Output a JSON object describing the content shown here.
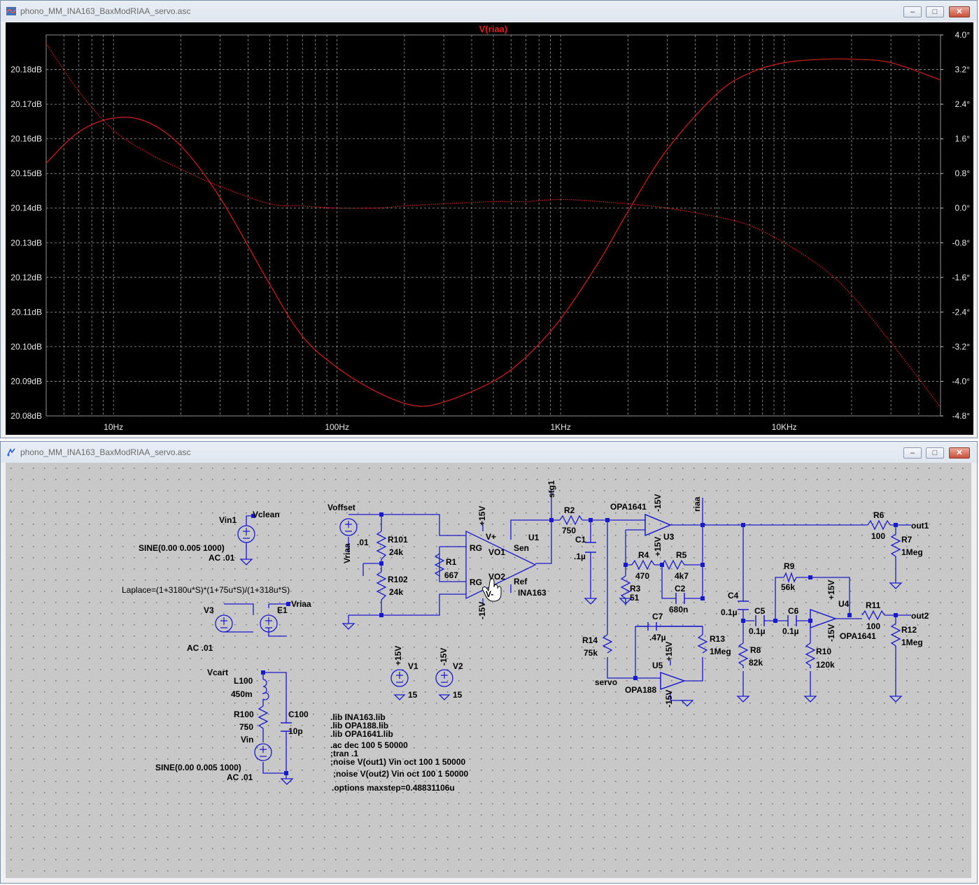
{
  "plot_window": {
    "title": "phono_MM_INA163_BaxModRIAA_servo.asc",
    "buttons": [
      "–",
      "□",
      "✕"
    ]
  },
  "schematic_window": {
    "title": "phono_MM_INA163_BaxModRIAA_servo.asc",
    "buttons": [
      "–",
      "□",
      "✕"
    ]
  },
  "chart_data": {
    "type": "line",
    "title": "V(riaa)",
    "xscale": "log",
    "xlim": [
      5,
      50000
    ],
    "ylim": [
      20.08,
      20.19
    ],
    "y2lim": [
      -4.8,
      4.0
    ],
    "grid": true,
    "x_ticks": [
      "10Hz",
      "100Hz",
      "1KHz",
      "10KHz"
    ],
    "x_tick_values": [
      10,
      100,
      1000,
      10000
    ],
    "y_ticks": [
      "20.18dB",
      "20.17dB",
      "20.16dB",
      "20.15dB",
      "20.14dB",
      "20.13dB",
      "20.12dB",
      "20.11dB",
      "20.10dB",
      "20.09dB",
      "20.08dB"
    ],
    "y_tick_values": [
      20.18,
      20.17,
      20.16,
      20.15,
      20.14,
      20.13,
      20.12,
      20.11,
      20.1,
      20.09,
      20.08
    ],
    "y2_ticks": [
      "4.0°",
      "3.2°",
      "2.4°",
      "1.6°",
      "0.8°",
      "0.0°",
      "-0.8°",
      "-1.6°",
      "-2.4°",
      "-3.2°",
      "-4.0°",
      "-4.8°"
    ],
    "y2_tick_values": [
      4.0,
      3.2,
      2.4,
      1.6,
      0.8,
      0.0,
      -0.8,
      -1.6,
      -2.4,
      -3.2,
      -4.0,
      -4.8
    ],
    "series": [
      {
        "name": "magnitude",
        "axis": "left",
        "style": "solid",
        "color": "#d42020",
        "x": [
          5,
          7,
          10,
          14,
          20,
          30,
          50,
          70,
          100,
          150,
          220,
          300,
          500,
          700,
          1000,
          1500,
          2000,
          3000,
          5000,
          7000,
          10000,
          15000,
          20000,
          30000,
          50000
        ],
        "y": [
          20.153,
          20.162,
          20.166,
          20.165,
          20.158,
          20.143,
          20.118,
          20.103,
          20.094,
          20.087,
          20.083,
          20.084,
          20.09,
          20.097,
          20.108,
          20.125,
          20.139,
          20.157,
          20.173,
          20.179,
          20.182,
          20.183,
          20.183,
          20.182,
          20.177
        ]
      },
      {
        "name": "phase",
        "axis": "right",
        "style": "dotted",
        "color": "#d42020",
        "x": [
          5,
          7,
          10,
          14,
          20,
          30,
          50,
          70,
          100,
          150,
          200,
          300,
          500,
          700,
          1000,
          1500,
          2000,
          3000,
          5000,
          7000,
          10000,
          15000,
          20000,
          30000,
          50000
        ],
        "y": [
          3.8,
          2.7,
          1.8,
          1.3,
          0.9,
          0.5,
          0.1,
          0.05,
          0.0,
          0.0,
          0.05,
          0.1,
          0.15,
          0.15,
          0.2,
          0.15,
          0.1,
          0.0,
          -0.2,
          -0.4,
          -0.8,
          -1.4,
          -2.0,
          -3.1,
          -4.6
        ]
      }
    ]
  },
  "schematic": {
    "labels": {
      "vin1": "Vin1",
      "vclean": "Vclean",
      "vin1_sine": "SINE(0.00 0.005 1000)",
      "vin1_ac": "AC .01",
      "laplace": "Laplace=(1+3180u*S)*(1+75u*S)/(1+318u*S)",
      "v3": "V3",
      "e1": "E1",
      "vriaa_net": "Vriaa",
      "v3_ac": "AC .01",
      "vcart": "Vcart",
      "l100": "L100",
      "l100_val": "450m",
      "r100": "R100",
      "r100_val": "750",
      "vin": "Vin",
      "c100": "C100",
      "c100_val": "10p",
      "vin_sine": "SINE(0.00 0.005 1000)",
      "vin_ac": "AC .01",
      "voffset": "Voffset",
      "voffset_val": ".01",
      "vriaa_src": "Vriaa",
      "r101": "R101",
      "r101_val": "24k",
      "r102": "R102",
      "r102_val": "24k",
      "r1": "R1",
      "r1_val": "667",
      "rg1": "RG",
      "rg2": "RG",
      "vplus": "V+",
      "vminus": "V-",
      "vo1": "VO1",
      "vo2": "VO2",
      "sen": "Sen",
      "ref": "Ref",
      "u1": "U1",
      "ina163": "INA163",
      "p15_u1": "+15V",
      "m15_u1": "-15V",
      "v1": "V1",
      "v1_val": "15",
      "v1_rail": "+15V",
      "v2": "V2",
      "v2_val": "15",
      "v2_rail": "-15V",
      "stg1": "stg1",
      "r2": "R2",
      "r2_val": "750",
      "c1": "C1",
      "c1_val": ".1µ",
      "opa1641_u3": "OPA1641",
      "u3": "U3",
      "m15_u3": "-15V",
      "p15_u3": "+15V",
      "riaa": "riaa",
      "r4": "R4",
      "r4_val": "470",
      "r5": "R5",
      "r5_val": "4k7",
      "r3": "R3",
      "r3_val": "51",
      "c2": "C2",
      "c2_val": "680n",
      "r14": "R14",
      "r14_val": "75k",
      "servo": "servo",
      "c7": "C7",
      "c7_val": ".47µ",
      "u5": "U5",
      "opa188": "OPA188",
      "p15_u5": "+15V",
      "m15_u5": "-15V",
      "r13": "R13",
      "r13_val": "1Meg",
      "c4": "C4",
      "c4_val": "0.1µ",
      "r8": "R8",
      "r8_val": "82k",
      "c5": "C5",
      "c5_val": "0.1µ",
      "c6": "C6",
      "c6_val": "0.1µ",
      "r9": "R9",
      "r9_val": "56k",
      "r10": "R10",
      "r10_val": "120k",
      "u4": "U4",
      "opa1641_u4": "OPA1641",
      "p15_u4": "+15V",
      "m15_u4": "-15V",
      "r6": "R6",
      "r6_val": "100",
      "r7": "R7",
      "r7_val": "1Meg",
      "out1": "out1",
      "r11": "R11",
      "r11_val": "100",
      "r12": "R12",
      "r12_val": "1Meg",
      "out2": "out2"
    },
    "directives": [
      ".lib INA163.lib",
      ".lib OPA188.lib",
      ".lib OPA1641.lib",
      ".ac dec 100 5 50000",
      ";tran .1",
      ";noise V(out1) Vin oct 100 1 50000",
      ";noise V(out2) Vin oct 100 1 50000",
      ".options maxstep=0.48831106u"
    ]
  }
}
